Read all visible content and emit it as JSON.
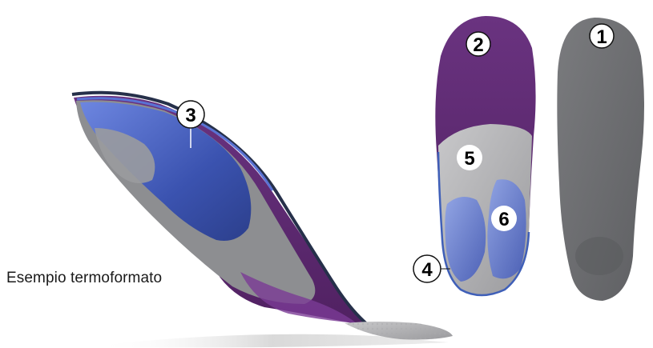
{
  "caption": "Esempio termoformato",
  "callouts": {
    "n1": "1",
    "n2": "2",
    "n3": "3",
    "n4": "4",
    "n5": "5",
    "n6": "6"
  },
  "colors": {
    "purple": "#5e2a6e",
    "grey_top": "#727376",
    "blue_gel": "#6f86d8",
    "felt_grey": "#b5b5b7"
  }
}
